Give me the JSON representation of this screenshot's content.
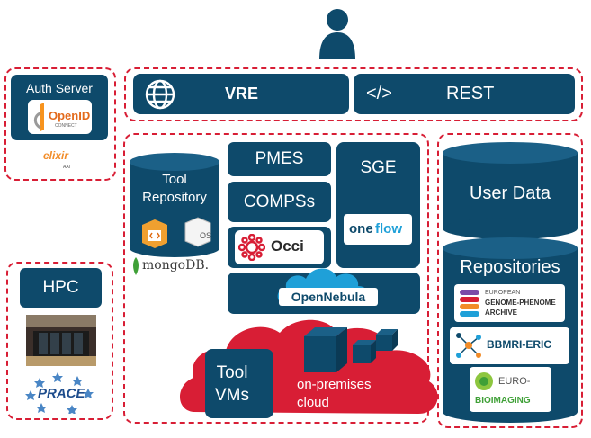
{
  "top": {
    "user_icon": "user-icon"
  },
  "vre": {
    "icon": "globe-icon",
    "label": "VRE"
  },
  "rest": {
    "icon": "code-icon",
    "symbol": "</>",
    "label": "REST"
  },
  "auth": {
    "title": "Auth Server",
    "openid": "OpenID",
    "openid_sub": "CONNECT",
    "elixir": "elixir",
    "elixir_sub": "AAI"
  },
  "hpc": {
    "title": "HPC",
    "prace": "PRACE"
  },
  "cloud_infra": {
    "tool_repository": "Tool\nRepository",
    "mongodb": "mongoDB.",
    "pmes": "PMES",
    "compss": "COMPSs",
    "occi": "Occi",
    "sge": "SGE",
    "oneflow_a": "one",
    "oneflow_b": "flow",
    "opennebula": "OpenNebula",
    "tool_vms": "Tool\nVMs",
    "cloud_label": "on-premises\ncloud"
  },
  "data_side": {
    "user_data": "User Data",
    "repositories": "Repositories",
    "ega_line1": "EUROPEAN",
    "ega_line2": "GENOME-PHENOME",
    "ega_line3": "ARCHIVE",
    "bbmri": "BBMRI-ERIC",
    "euro": "EURO-",
    "bioimaging": "BIOIMAGING"
  },
  "colors": {
    "navy": "#0e4a6b",
    "red": "#d81e35",
    "white": "#ffffff"
  }
}
